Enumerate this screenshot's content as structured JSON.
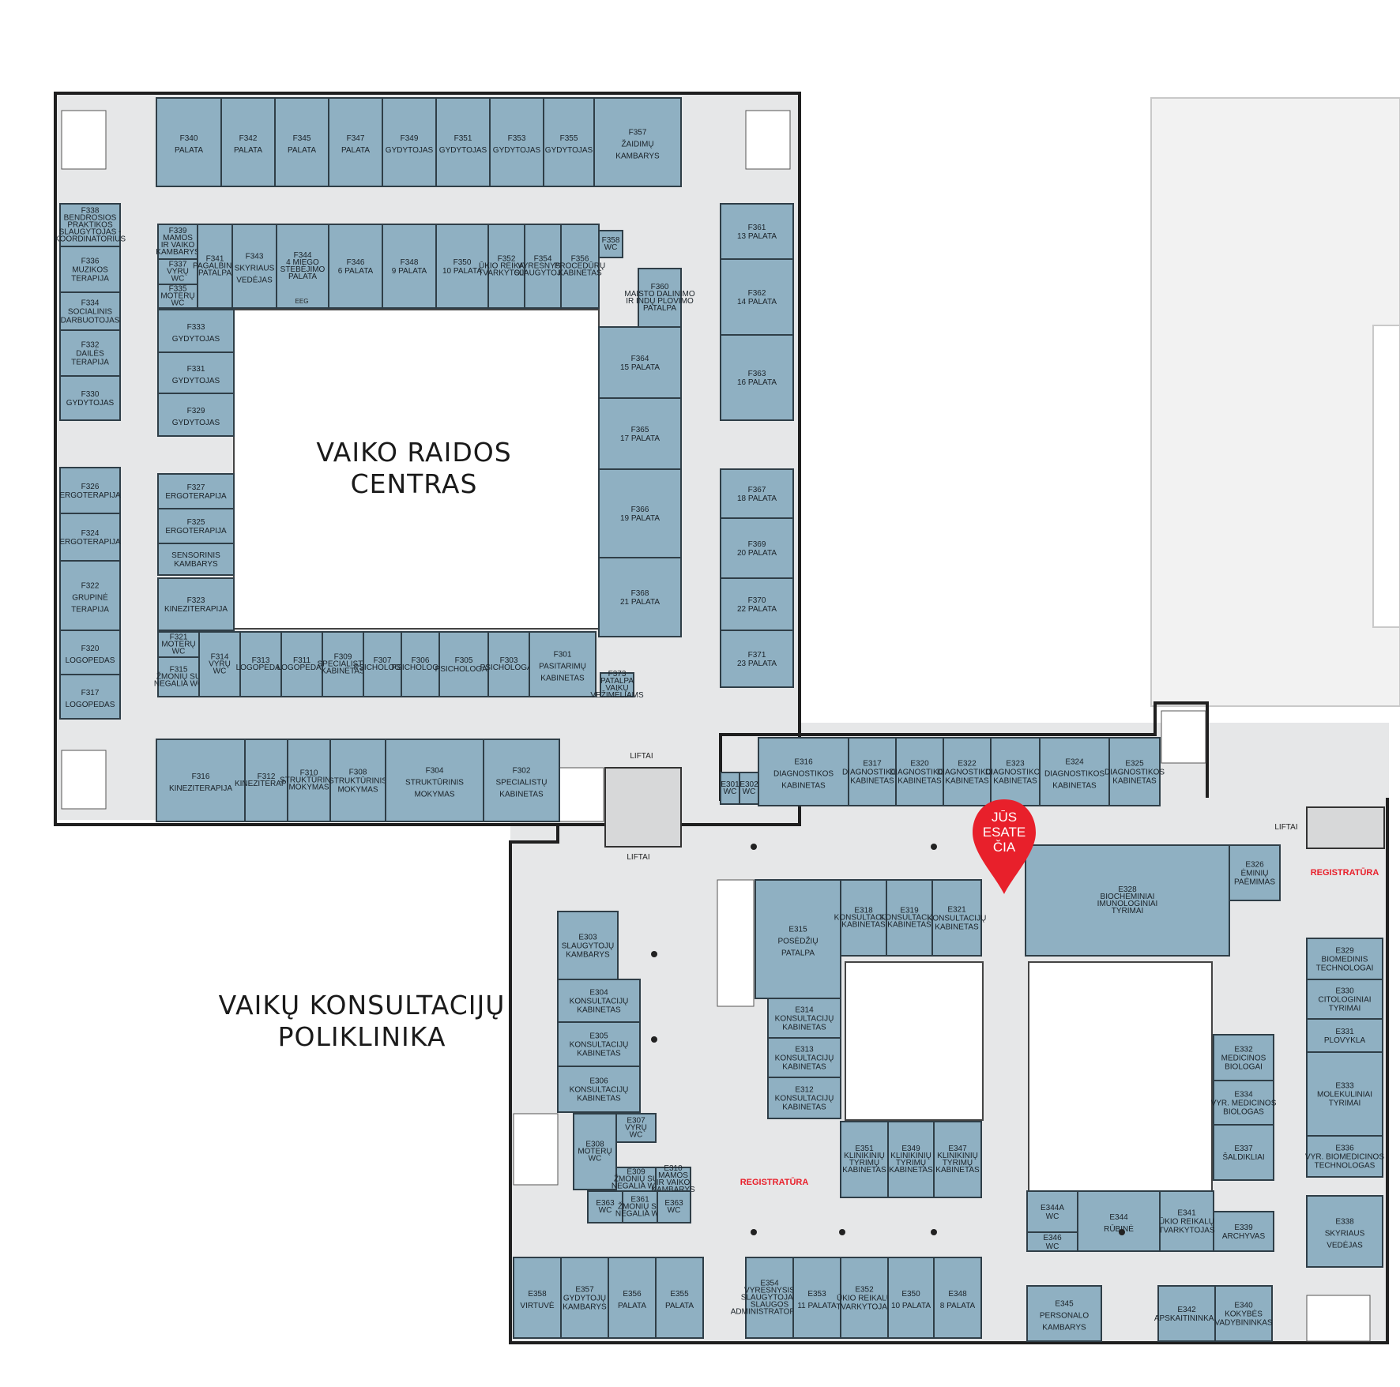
{
  "areas": {
    "north": [
      "VAIKO RAIDOS",
      "CENTRAS"
    ],
    "south": [
      "VAIKŲ KONSULTACIJŲ",
      "POLIKLINIKA"
    ]
  },
  "markers": {
    "you_are_here": [
      "JŪS",
      "ESATE",
      "ČIA"
    ],
    "registration_1": "REGISTRATŪRA",
    "registration_2": "REGISTRATŪRA"
  },
  "notes": {
    "lifts_1": "LIFTAI",
    "lifts_2": "LIFTAI",
    "lifts_3": "LIFTAI",
    "eeg": "EEG"
  },
  "colors": {
    "room": "#8fb0c2",
    "corridor": "#e6e7e8",
    "marker": "#e8202b"
  },
  "rooms": [
    {
      "id": "F340",
      "label": [
        "F340",
        "PALATA"
      ]
    },
    {
      "id": "F342",
      "label": [
        "F342",
        "PALATA"
      ]
    },
    {
      "id": "F345",
      "label": [
        "F345",
        "PALATA"
      ]
    },
    {
      "id": "F347",
      "label": [
        "F347",
        "PALATA"
      ]
    },
    {
      "id": "F349",
      "label": [
        "F349",
        "GYDYTOJAS"
      ]
    },
    {
      "id": "F351",
      "label": [
        "F351",
        "GYDYTOJAS"
      ]
    },
    {
      "id": "F353",
      "label": [
        "F353",
        "GYDYTOJAS"
      ]
    },
    {
      "id": "F355",
      "label": [
        "F355",
        "GYDYTOJAS"
      ]
    },
    {
      "id": "F357",
      "label": [
        "F357",
        "ŽAIDIMŲ",
        "KAMBARYS"
      ]
    },
    {
      "id": "F338",
      "label": [
        "F338",
        "BENDROSIOS",
        "PRAKTIKOS",
        "SLAUGYTOJAS -",
        "KOORDINATORIUS"
      ]
    },
    {
      "id": "F336",
      "label": [
        "F336",
        "MUZIKOS",
        "TERAPIJA"
      ]
    },
    {
      "id": "F334",
      "label": [
        "F334",
        "SOCIALINIS",
        "DARBUOTOJAS"
      ]
    },
    {
      "id": "F332",
      "label": [
        "F332",
        "DAILĖS",
        "TERAPIJA"
      ]
    },
    {
      "id": "F330",
      "label": [
        "F330",
        "GYDYTOJAS"
      ]
    },
    {
      "id": "F326",
      "label": [
        "F326",
        "ERGOTERAPIJA"
      ]
    },
    {
      "id": "F324",
      "label": [
        "F324",
        "ERGOTERAPIJA"
      ]
    },
    {
      "id": "F322",
      "label": [
        "F322",
        "GRUPINĖ",
        "TERAPIJA"
      ]
    },
    {
      "id": "F320",
      "label": [
        "F320",
        "LOGOPEDAS"
      ]
    },
    {
      "id": "F317",
      "label": [
        "F317",
        "LOGOPEDAS"
      ]
    },
    {
      "id": "F339",
      "label": [
        "F339",
        "MAMOS",
        "IR VAIKO",
        "KAMBARYS"
      ]
    },
    {
      "id": "F337",
      "label": [
        "F337",
        "VYRŲ",
        "WC"
      ]
    },
    {
      "id": "F335",
      "label": [
        "F335",
        "MOTERŲ",
        "WC"
      ]
    },
    {
      "id": "F341",
      "label": [
        "F341",
        "PAGALBINĖ",
        "PATALPA"
      ]
    },
    {
      "id": "F343",
      "label": [
        "F343",
        "SKYRIAUS",
        "VEDĖJAS"
      ]
    },
    {
      "id": "F344",
      "label": [
        "F344",
        "4 MIEGO",
        "STEBĖJIMO",
        "PALATA"
      ]
    },
    {
      "id": "F346",
      "label": [
        "F346",
        "6 PALATA"
      ]
    },
    {
      "id": "F348",
      "label": [
        "F348",
        "9 PALATA"
      ]
    },
    {
      "id": "F350",
      "label": [
        "F350",
        "10 PALATA"
      ]
    },
    {
      "id": "F352",
      "label": [
        "F352",
        "ŪKIO REIKALŲ",
        "TVARKYTOJAS"
      ]
    },
    {
      "id": "F354",
      "label": [
        "F354",
        "VYRESNYSIS",
        "SLAUGYTOJAS"
      ]
    },
    {
      "id": "F356",
      "label": [
        "F356",
        "PROCEDŪRŲ",
        "KABINETAS"
      ]
    },
    {
      "id": "F358",
      "label": [
        "F358",
        "WC"
      ]
    },
    {
      "id": "F360",
      "label": [
        "F360",
        "MAISTO DALINIMO",
        "IR INDŲ PLOVIMO",
        "PATALPA"
      ]
    },
    {
      "id": "F333",
      "label": [
        "F333",
        "GYDYTOJAS"
      ]
    },
    {
      "id": "F331",
      "label": [
        "F331",
        "GYDYTOJAS"
      ]
    },
    {
      "id": "F329",
      "label": [
        "F329",
        "GYDYTOJAS"
      ]
    },
    {
      "id": "F327",
      "label": [
        "F327",
        "ERGOTERAPIJA"
      ]
    },
    {
      "id": "F325",
      "label": [
        "F325",
        "ERGOTERAPIJA"
      ]
    },
    {
      "id": "SENS",
      "label": [
        "SENSORINIS",
        "KAMBARYS"
      ]
    },
    {
      "id": "F323",
      "label": [
        "F323",
        "KINEZITERAPIJA"
      ]
    },
    {
      "id": "F321",
      "label": [
        "F321",
        "MOTERŲ",
        "WC"
      ]
    },
    {
      "id": "F315",
      "label": [
        "F315",
        "ŽMONIŲ SU",
        "NEGALIA WC"
      ]
    },
    {
      "id": "F314",
      "label": [
        "F314",
        "VYRŲ",
        "WC"
      ]
    },
    {
      "id": "F313",
      "label": [
        "F313",
        "LOGOPEDAS"
      ]
    },
    {
      "id": "F311",
      "label": [
        "F311",
        "LOGOPEDAS"
      ]
    },
    {
      "id": "F309",
      "label": [
        "F309",
        "SPECIALISTŲ",
        "KABINETAS"
      ]
    },
    {
      "id": "F307",
      "label": [
        "F307",
        "PSICHOLOGAS"
      ]
    },
    {
      "id": "F306",
      "label": [
        "F306",
        "PSICHOLOGAS"
      ]
    },
    {
      "id": "F305",
      "label": [
        "F305",
        "PSICHOLOGAS"
      ]
    },
    {
      "id": "F303",
      "label": [
        "F303",
        "PSICHOLOGAS"
      ]
    },
    {
      "id": "F301",
      "label": [
        "F301",
        "PASITARIMŲ",
        "KABINETAS"
      ]
    },
    {
      "id": "F373",
      "label": [
        "F373",
        "PATALPA",
        "VAIKŲ",
        "VEŽIMĖLIAMS"
      ]
    },
    {
      "id": "F364",
      "label": [
        "F364",
        "15 PALATA"
      ]
    },
    {
      "id": "F365",
      "label": [
        "F365",
        "17 PALATA"
      ]
    },
    {
      "id": "F366",
      "label": [
        "F366",
        "19 PALATA"
      ]
    },
    {
      "id": "F368",
      "label": [
        "F368",
        "21 PALATA"
      ]
    },
    {
      "id": "F361",
      "label": [
        "F361",
        "13 PALATA"
      ]
    },
    {
      "id": "F362",
      "label": [
        "F362",
        "14 PALATA"
      ]
    },
    {
      "id": "F363",
      "label": [
        "F363",
        "16 PALATA"
      ]
    },
    {
      "id": "F367",
      "label": [
        "F367",
        "18 PALATA"
      ]
    },
    {
      "id": "F369",
      "label": [
        "F369",
        "20 PALATA"
      ]
    },
    {
      "id": "F370",
      "label": [
        "F370",
        "22 PALATA"
      ]
    },
    {
      "id": "F371",
      "label": [
        "F371",
        "23 PALATA"
      ]
    },
    {
      "id": "F316",
      "label": [
        "F316",
        "KINEZITERAPIJA"
      ]
    },
    {
      "id": "F312",
      "label": [
        "F312",
        "KINEZITERAPIJA"
      ]
    },
    {
      "id": "F310",
      "label": [
        "F310",
        "STRUKTŪRINIS",
        "MOKYMAS"
      ]
    },
    {
      "id": "F308",
      "label": [
        "F308",
        "STRUKTŪRINIS",
        "MOKYMAS"
      ]
    },
    {
      "id": "F304",
      "label": [
        "F304",
        "STRUKTŪRINIS",
        "MOKYMAS"
      ]
    },
    {
      "id": "F302",
      "label": [
        "F302",
        "SPECIALISTŲ",
        "KABINETAS"
      ]
    },
    {
      "id": "E316",
      "label": [
        "E316",
        "DIAGNOSTIKOS",
        "KABINETAS"
      ]
    },
    {
      "id": "E317",
      "label": [
        "E317",
        "DIAGNOSTIKOS",
        "KABINETAS"
      ]
    },
    {
      "id": "E320",
      "label": [
        "E320",
        "DIAGNOSTIKOS",
        "KABINETAS"
      ]
    },
    {
      "id": "E322",
      "label": [
        "E322",
        "DIAGNOSTIKOS",
        "KABINETAS"
      ]
    },
    {
      "id": "E323",
      "label": [
        "E323",
        "DIAGNOSTIKOS",
        "KABINETAS"
      ]
    },
    {
      "id": "E324",
      "label": [
        "E324",
        "DIAGNOSTIKOS",
        "KABINETAS"
      ]
    },
    {
      "id": "E325",
      "label": [
        "E325",
        "DIAGNOSTIKOS",
        "KABINETAS"
      ]
    },
    {
      "id": "E301",
      "label": [
        "E301",
        "WC"
      ]
    },
    {
      "id": "E302",
      "label": [
        "E302",
        "WC"
      ]
    },
    {
      "id": "E326",
      "label": [
        "E326",
        "ĖMINIŲ",
        "PAĖMIMAS"
      ]
    },
    {
      "id": "E328",
      "label": [
        "E328",
        "BIOCHEMINIAI",
        "IMUNOLOGINIAI",
        "TYRIMAI"
      ]
    },
    {
      "id": "E315",
      "label": [
        "E315",
        "POSĖDŽIŲ",
        "PATALPA"
      ]
    },
    {
      "id": "E318",
      "label": [
        "E318",
        "KONSULTACIJŲ",
        "KABINETAS"
      ]
    },
    {
      "id": "E319",
      "label": [
        "E319",
        "KONSULTACIJŲ",
        "KABINETAS"
      ]
    },
    {
      "id": "E321",
      "label": [
        "E321",
        "KONSULTACIJŲ",
        "KABINETAS"
      ]
    },
    {
      "id": "E314",
      "label": [
        "E314",
        "KONSULTACIJŲ",
        "KABINETAS"
      ]
    },
    {
      "id": "E313",
      "label": [
        "E313",
        "KONSULTACIJŲ",
        "KABINETAS"
      ]
    },
    {
      "id": "E312",
      "label": [
        "E312",
        "KONSULTACIJŲ",
        "KABINETAS"
      ]
    },
    {
      "id": "E303",
      "label": [
        "E303",
        "SLAUGYTOJŲ",
        "KAMBARYS"
      ]
    },
    {
      "id": "E304",
      "label": [
        "E304",
        "KONSULTACIJŲ",
        "KABINETAS"
      ]
    },
    {
      "id": "E305",
      "label": [
        "E305",
        "KONSULTACIJŲ",
        "KABINETAS"
      ]
    },
    {
      "id": "E306",
      "label": [
        "E306",
        "KONSULTACIJŲ",
        "KABINETAS"
      ]
    },
    {
      "id": "E307",
      "label": [
        "E307",
        "VYRŲ",
        "WC"
      ]
    },
    {
      "id": "E308",
      "label": [
        "E308",
        "MOTERŲ",
        "WC"
      ]
    },
    {
      "id": "E309",
      "label": [
        "E309",
        "ŽMONIŲ SU",
        "NEGALIA WC"
      ]
    },
    {
      "id": "E310",
      "label": [
        "E310",
        "MAMOS",
        "IR VAIKO",
        "KAMBARYS"
      ]
    },
    {
      "id": "E363a",
      "label": [
        "E363",
        "WC"
      ]
    },
    {
      "id": "E361",
      "label": [
        "E361",
        "ŽMONIŲ SU",
        "NEGALIA WC"
      ]
    },
    {
      "id": "E363b",
      "label": [
        "E363",
        "WC"
      ]
    },
    {
      "id": "E351",
      "label": [
        "E351",
        "KLINIKINIŲ",
        "TYRIMŲ",
        "KABINETAS"
      ]
    },
    {
      "id": "E349",
      "label": [
        "E349",
        "KLINIKINIŲ",
        "TYRIMŲ",
        "KABINETAS"
      ]
    },
    {
      "id": "E347",
      "label": [
        "E347",
        "KLINIKINIŲ",
        "TYRIMŲ",
        "KABINETAS"
      ]
    },
    {
      "id": "E329",
      "label": [
        "E329",
        "BIOMEDINIS",
        "TECHNOLOGAI"
      ]
    },
    {
      "id": "E330",
      "label": [
        "E330",
        "CITOLOGINIAI",
        "TYRIMAI"
      ]
    },
    {
      "id": "E331",
      "label": [
        "E331",
        "PLOVYKLA"
      ]
    },
    {
      "id": "E333",
      "label": [
        "E333",
        "MOLEKULINIAI",
        "TYRIMAI"
      ]
    },
    {
      "id": "E336",
      "label": [
        "E336",
        "VYR. BIOMEDICINOS",
        "TECHNOLOGAS"
      ]
    },
    {
      "id": "E338",
      "label": [
        "E338",
        "SKYRIAUS",
        "VEDĖJAS"
      ]
    },
    {
      "id": "E332",
      "label": [
        "E332",
        "MEDICINOS",
        "BIOLOGAI"
      ]
    },
    {
      "id": "E334",
      "label": [
        "E334",
        "VYR. MEDICINOS",
        "BIOLOGAS"
      ]
    },
    {
      "id": "E337",
      "label": [
        "E337",
        "ŠALDIKLIAI"
      ]
    },
    {
      "id": "E339",
      "label": [
        "E339",
        "ARCHYVAS"
      ]
    },
    {
      "id": "E341",
      "label": [
        "E341",
        "ŪKIO REIKALŲ",
        "TVARKYTOJAS"
      ]
    },
    {
      "id": "E344",
      "label": [
        "E344",
        "RŪBINĖ"
      ]
    },
    {
      "id": "E344A",
      "label": [
        "E344A",
        "WC"
      ]
    },
    {
      "id": "E346",
      "label": [
        "E346",
        "WC"
      ]
    },
    {
      "id": "E358",
      "label": [
        "E358",
        "VIRTUVĖ"
      ]
    },
    {
      "id": "E357",
      "label": [
        "E357",
        "GYDYTOJŲ",
        "KAMBARYS"
      ]
    },
    {
      "id": "E356",
      "label": [
        "E356",
        "PALATA"
      ]
    },
    {
      "id": "E355",
      "label": [
        "E355",
        "PALATA"
      ]
    },
    {
      "id": "E354",
      "label": [
        "E354",
        "VYRESNYSIS",
        "SLAUGYTOJAS",
        "SLAUGOS",
        "ADMINISTRATORIUS"
      ]
    },
    {
      "id": "E353",
      "label": [
        "E353",
        "11 PALATA"
      ]
    },
    {
      "id": "E352",
      "label": [
        "E352",
        "ŪKIO REIKALŲ",
        "TVARKYTOJAS"
      ]
    },
    {
      "id": "E350",
      "label": [
        "E350",
        "10 PALATA"
      ]
    },
    {
      "id": "E348",
      "label": [
        "E348",
        "8 PALATA"
      ]
    },
    {
      "id": "E345",
      "label": [
        "E345",
        "PERSONALO",
        "KAMBARYS"
      ]
    },
    {
      "id": "E342",
      "label": [
        "E342",
        "APSKAITININKAS"
      ]
    },
    {
      "id": "E340",
      "label": [
        "E340",
        "KOKYBĖS",
        "VADYBININKAS"
      ]
    }
  ]
}
